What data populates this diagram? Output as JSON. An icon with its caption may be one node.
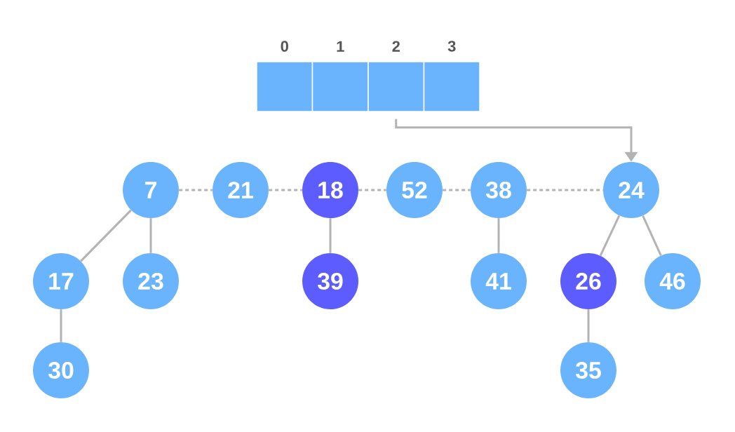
{
  "diagram": {
    "nodes": [
      {
        "text": [],
        "shape": "box",
        "beside": [
          "0"
        ]
      },
      {
        "text": [],
        "shape": "box",
        "beside": [
          "1"
        ]
      },
      {
        "text": [],
        "shape": "box",
        "beside": [
          "2"
        ]
      },
      {
        "text": [],
        "shape": "box",
        "beside": [
          "3"
        ]
      },
      {
        "text": [
          "7"
        ]
      },
      {
        "text": [
          "21"
        ]
      },
      {
        "text": [
          "18"
        ]
      },
      {
        "text": [
          "52"
        ]
      },
      {
        "text": [
          "38"
        ]
      },
      {
        "text": [
          "24"
        ]
      },
      {
        "text": [
          "17"
        ]
      },
      {
        "text": [
          "23"
        ]
      },
      {
        "text": [
          "39"
        ]
      },
      {
        "text": [
          "41"
        ]
      },
      {
        "text": [
          "26"
        ]
      },
      {
        "text": [
          "46"
        ]
      },
      {
        "text": [
          "30"
        ]
      },
      {
        "text": [
          "35"
        ]
      }
    ],
    "edges": [
      {
        "from": 2,
        "to": 9,
        "arrow": "to"
      },
      {
        "from": 4,
        "to": 5,
        "arrow": "none",
        "style": "dashed"
      },
      {
        "from": 5,
        "to": 6,
        "arrow": "none",
        "style": "dashed"
      },
      {
        "from": 6,
        "to": 7,
        "arrow": "none",
        "style": "dashed"
      },
      {
        "from": 7,
        "to": 8,
        "arrow": "none",
        "style": "dashed"
      },
      {
        "from": 8,
        "to": 9,
        "arrow": "none",
        "style": "dashed"
      },
      {
        "from": 4,
        "to": 10,
        "arrow": "none"
      },
      {
        "from": 4,
        "to": 11,
        "arrow": "none"
      },
      {
        "from": 6,
        "to": 12,
        "arrow": "none"
      },
      {
        "from": 8,
        "to": 13,
        "arrow": "none"
      },
      {
        "from": 9,
        "to": 14,
        "arrow": "none"
      },
      {
        "from": 9,
        "to": 15,
        "arrow": "none"
      },
      {
        "from": 10,
        "to": 16,
        "arrow": "none"
      },
      {
        "from": 14,
        "to": 17,
        "arrow": "none"
      }
    ]
  }
}
